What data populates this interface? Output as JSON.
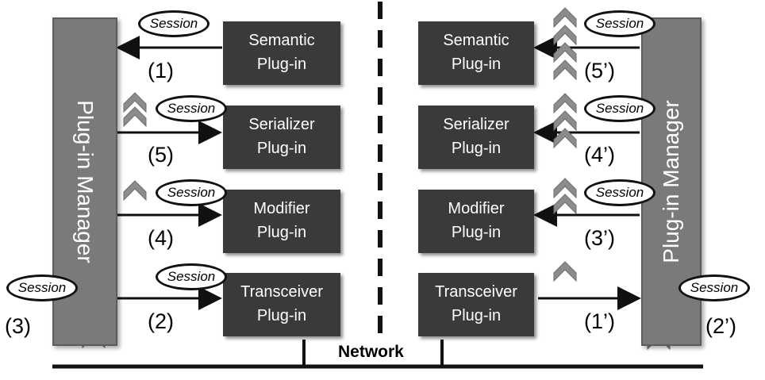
{
  "left_manager": {
    "label": "Plug-in Manager"
  },
  "right_manager": {
    "label": "Plug-in Manager"
  },
  "left_plugins": [
    {
      "line1": "Semantic",
      "line2": "Plug-in"
    },
    {
      "line1": "Serializer",
      "line2": "Plug-in"
    },
    {
      "line1": "Modifier",
      "line2": "Plug-in"
    },
    {
      "line1": "Transceiver",
      "line2": "Plug-in"
    }
  ],
  "right_plugins": [
    {
      "line1": "Semantic",
      "line2": "Plug-in"
    },
    {
      "line1": "Serializer",
      "line2": "Plug-in"
    },
    {
      "line1": "Modifier",
      "line2": "Plug-in"
    },
    {
      "line1": "Transceiver",
      "line2": "Plug-in"
    }
  ],
  "session_label": "Session",
  "left_steps": [
    "(1)",
    "(5)",
    "(4)",
    "(2)",
    "(3)"
  ],
  "right_steps": [
    "(5’)",
    "(4’)",
    "(3’)",
    "(1’)",
    "(2’)"
  ],
  "network_label": "Network",
  "colors": {
    "plugin_fill": "#3a3a3a",
    "manager_fill": "#7a7a7a",
    "chevron_fill": "#8a8a8a",
    "arrow": "#111111"
  },
  "icons": [
    "session-pill",
    "chevron-stack-icon",
    "arrow-icon"
  ]
}
